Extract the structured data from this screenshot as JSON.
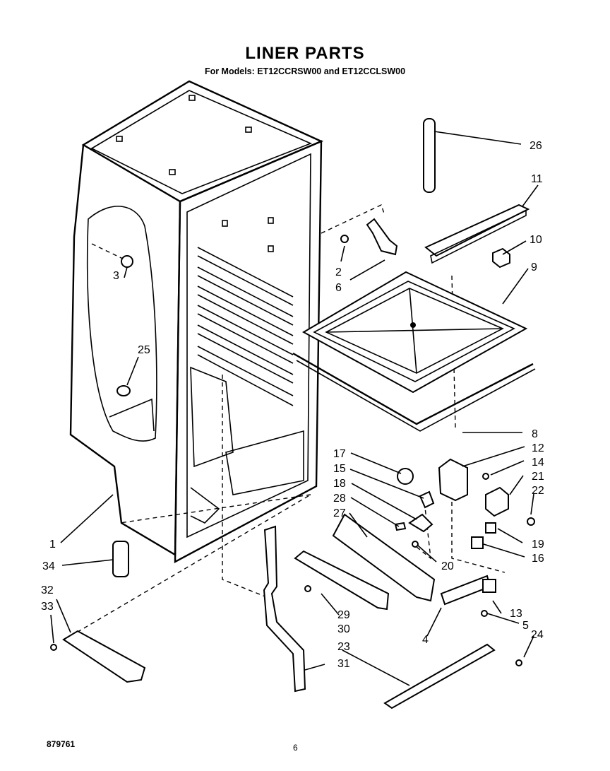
{
  "header": {
    "title": "LINER PARTS",
    "subtitle": "For Models: ET12CCRSW00 and ET12CCLSW00"
  },
  "callouts": [
    "1",
    "2",
    "3",
    "4",
    "5",
    "6",
    "8",
    "9",
    "10",
    "11",
    "12",
    "13",
    "14",
    "15",
    "16",
    "17",
    "18",
    "19",
    "20",
    "21",
    "22",
    "23",
    "24",
    "25",
    "26",
    "27",
    "28",
    "29",
    "30",
    "31",
    "32",
    "33",
    "34"
  ],
  "footer": {
    "doc_id": "879761",
    "page": "6"
  }
}
